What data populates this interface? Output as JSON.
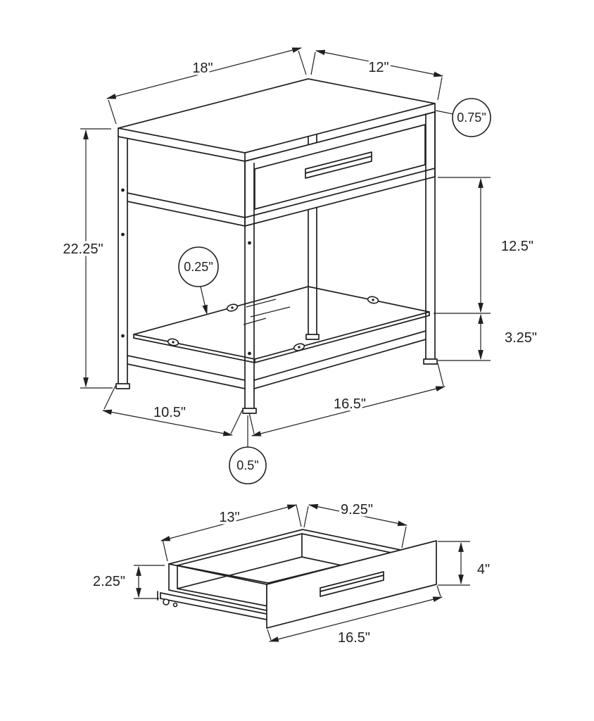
{
  "drawing": {
    "line_color": "#231f20",
    "background": "#ffffff",
    "type": "furniture assembly / dimension diagram",
    "subject": "accent end table with drawer and tempered glass shelf, plus exploded drawer detail"
  },
  "table": {
    "dims": {
      "top_depth": "18\"",
      "top_width": "12\"",
      "top_thickness": "0.75\"",
      "overall_height": "22.25\"",
      "drawer_to_shelf": "12.5\"",
      "shelf_to_floor": "3.25\"",
      "glass_thickness": "0.25\"",
      "base_side_width": "10.5\"",
      "base_front_width": "16.5\"",
      "foot_height": "0.5\""
    }
  },
  "drawer": {
    "dims": {
      "interior_width": "13\"",
      "interior_depth": "9.25\"",
      "interior_height": "2.25\"",
      "front_height": "4\"",
      "front_width": "16.5\""
    }
  }
}
